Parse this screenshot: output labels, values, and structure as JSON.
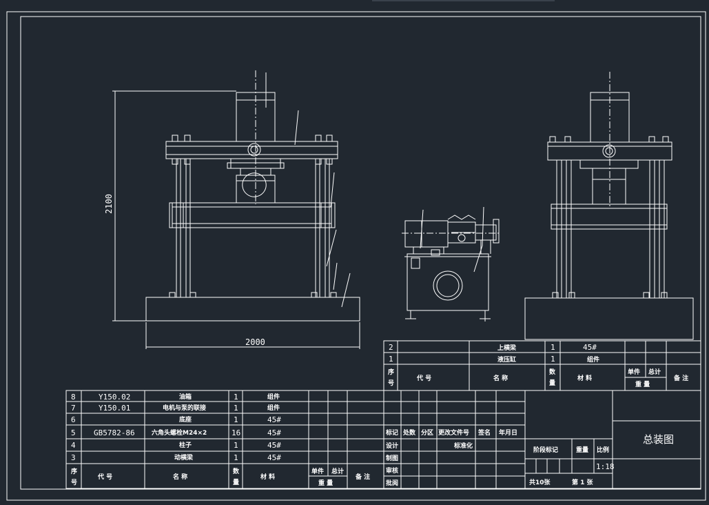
{
  "colors": {
    "background": "#212830",
    "lines": "#ffffff",
    "topbar": "#3a424c"
  },
  "dimensions": {
    "height": "2100",
    "width": "2000"
  },
  "upper_table": {
    "rows": [
      {
        "no": "2",
        "code": "",
        "name": "上横梁",
        "qty": "1",
        "material": "45#"
      },
      {
        "no": "1",
        "code": "",
        "name": "液压缸",
        "qty": "1",
        "material": "组件"
      }
    ],
    "headers": {
      "no_line1": "序",
      "no_line2": "号",
      "code": "代   号",
      "name": "名   称",
      "qty_line1": "数",
      "qty_line2": "量",
      "material": "材   料",
      "unit": "单件",
      "total": "总计",
      "weight": "重  量",
      "remarks": "备 注"
    }
  },
  "lower_table": {
    "rows": [
      {
        "no": "8",
        "code": "Y150.02",
        "name": "油箱",
        "qty": "1",
        "material": "组件"
      },
      {
        "no": "7",
        "code": "Y150.01",
        "name": "电机与泵的联接",
        "qty": "1",
        "material": "组件"
      },
      {
        "no": "6",
        "code": "",
        "name": "底座",
        "qty": "1",
        "material": "45#"
      },
      {
        "no": "5",
        "code": "GB5782-86",
        "name": "六角头螺栓M24×2",
        "qty": "16",
        "material": "45#"
      },
      {
        "no": "4",
        "code": "",
        "name": "柱子",
        "qty": "1",
        "material": "45#"
      },
      {
        "no": "3",
        "code": "",
        "name": "动横梁",
        "qty": "1",
        "material": "45#"
      }
    ],
    "headers": {
      "no_line1": "序",
      "no_line2": "号",
      "code": "代   号",
      "name": "名   称",
      "qty_line1": "数",
      "qty_line2": "量",
      "material": "材   料",
      "unit": "单件",
      "total": "总计",
      "weight": "重  量",
      "remarks": "备 注"
    }
  },
  "title_block": {
    "revision_headers": [
      "标记",
      "处数",
      "分区",
      "更改文件号",
      "签名",
      "年月日"
    ],
    "roles": [
      "设计",
      "制图",
      "审核",
      "批阅"
    ],
    "standardization": "标准化",
    "stage_mark": "阶段标记",
    "weight": "重量",
    "scale_label": "比例",
    "scale_value": "1:18",
    "sheets_total": "共10张",
    "sheet_no": "第 1 张",
    "drawing_title": "总装图"
  }
}
